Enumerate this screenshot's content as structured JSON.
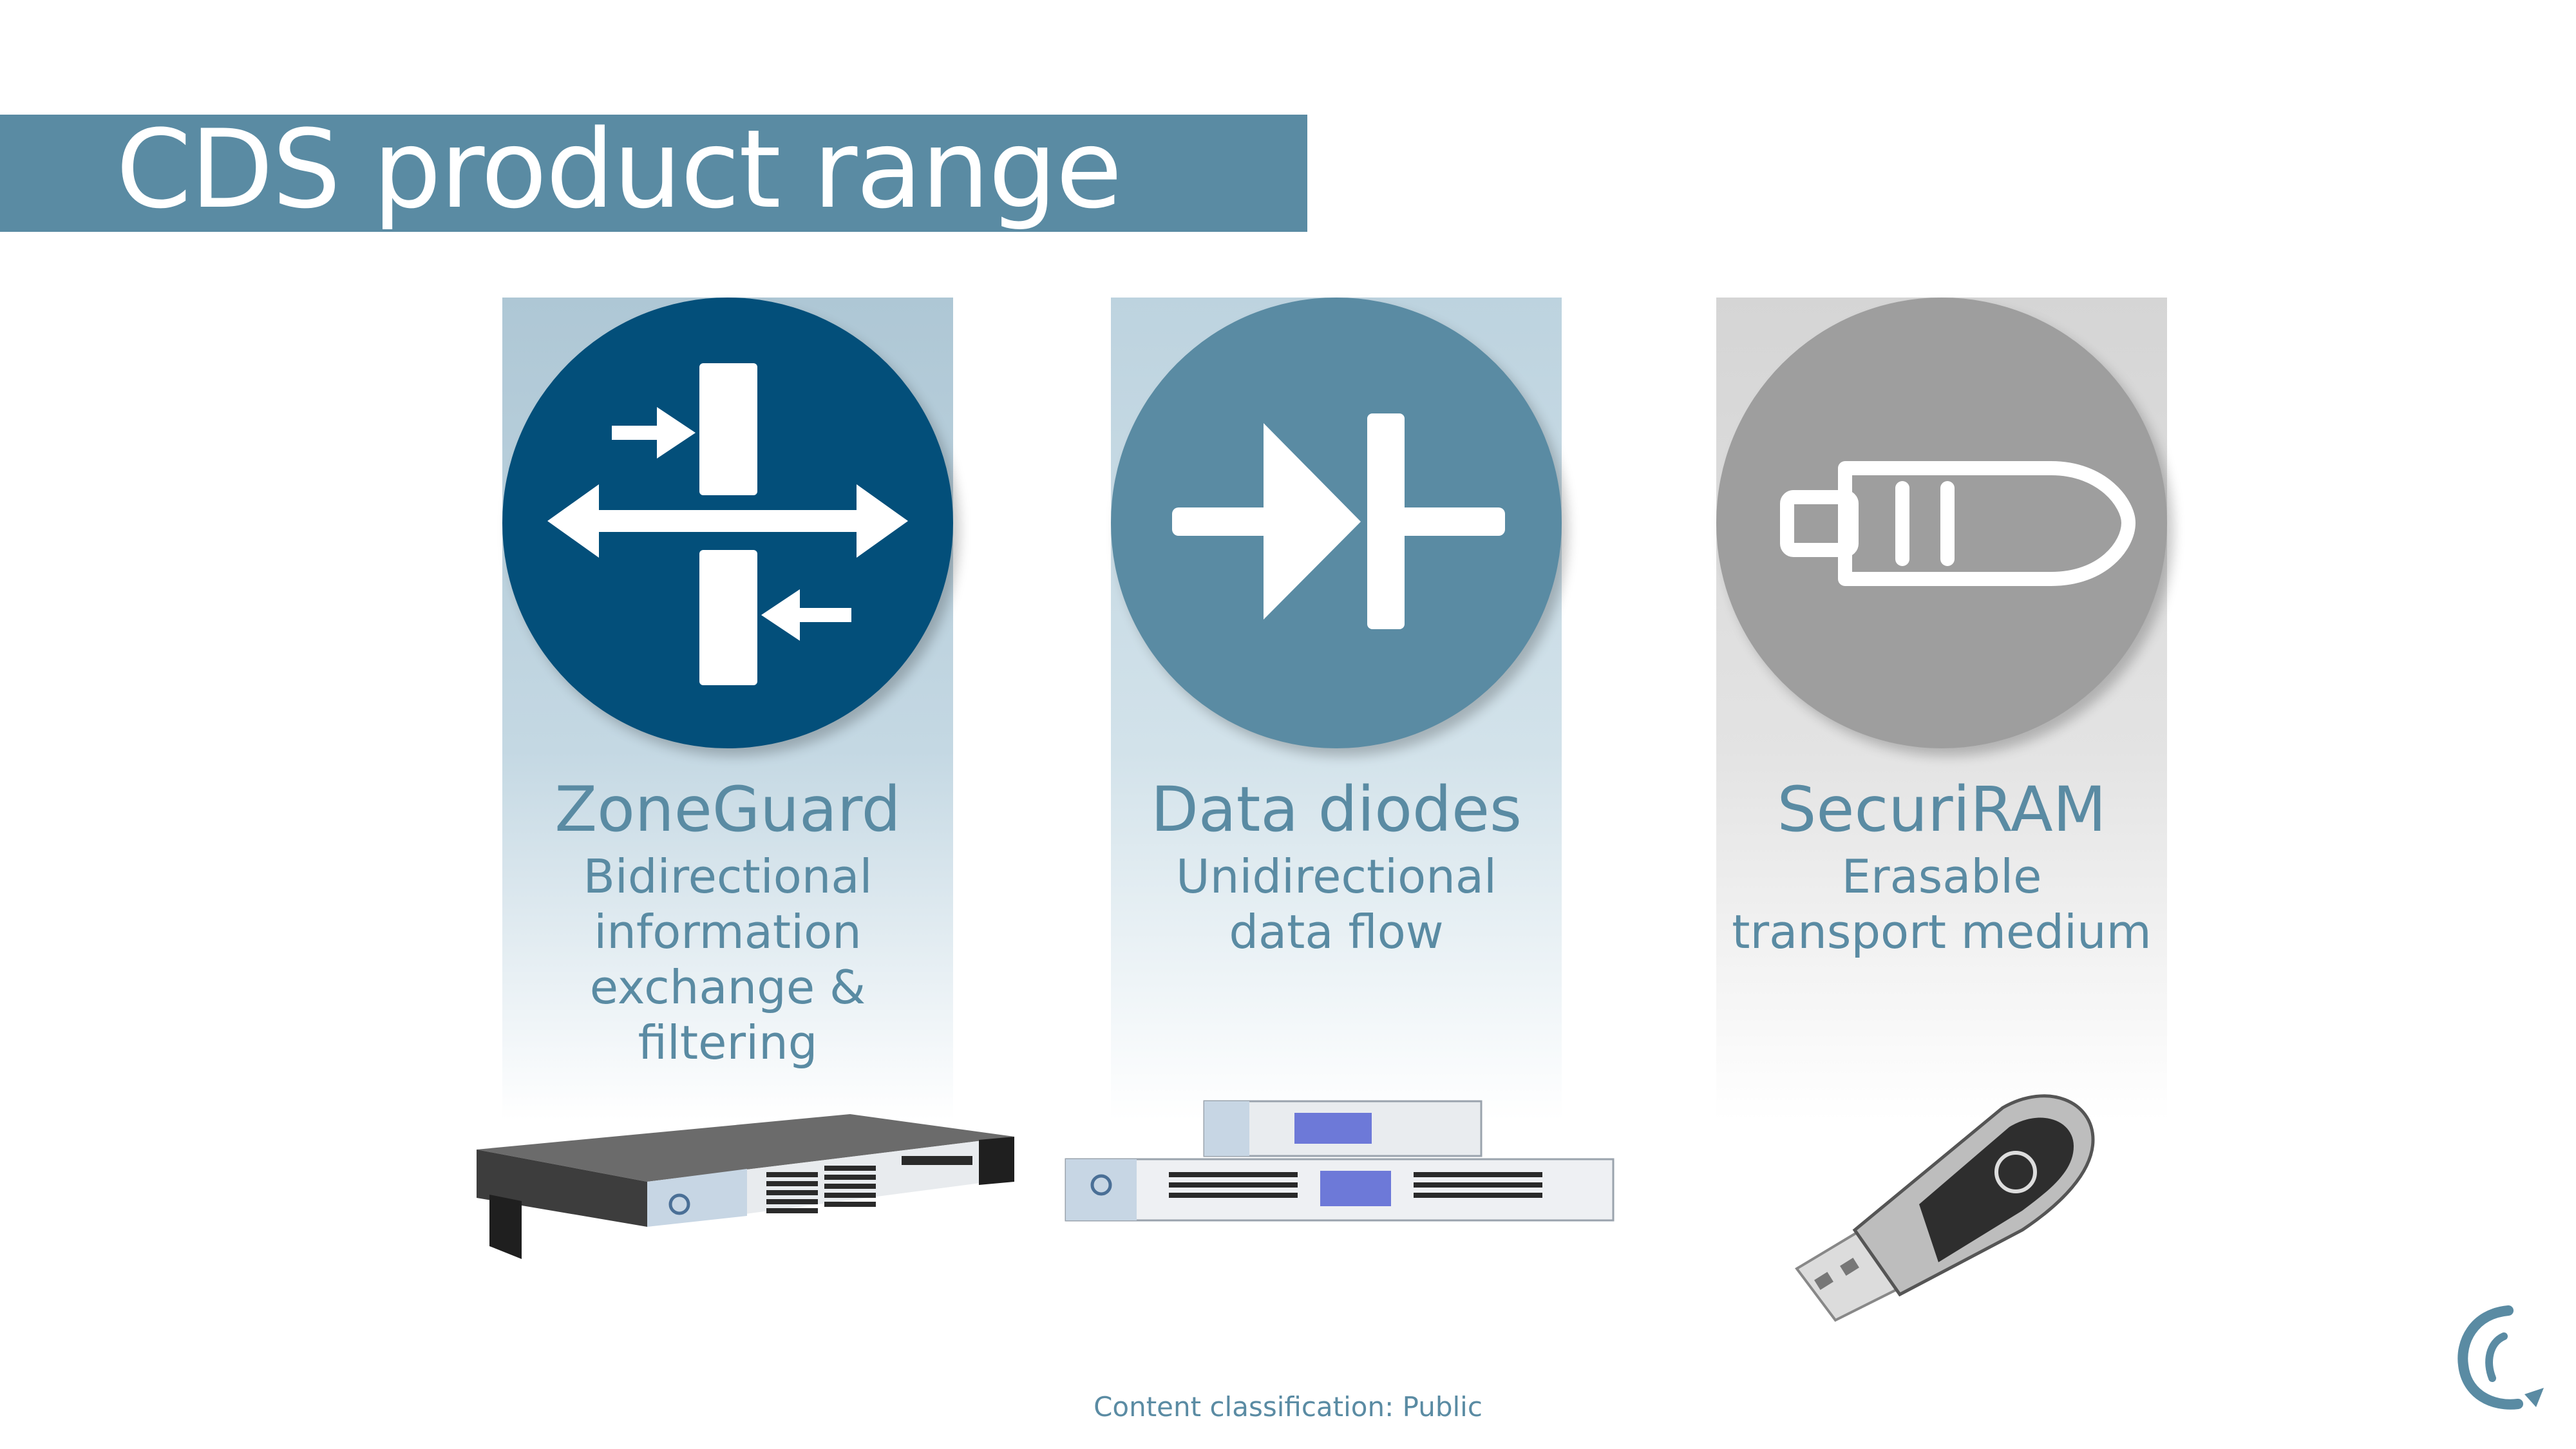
{
  "slide": {
    "title": "CDS product range",
    "footer": "Content classification: Public"
  },
  "colors": {
    "title_bar": "#5a8ba3",
    "zoneguard_circle": "#034f7a",
    "datadiode_circle": "#5a8ba3",
    "securiram_circle": "#9e9e9e",
    "text_accent": "#5a8ba3"
  },
  "products": [
    {
      "name": "ZoneGuard",
      "description_lines": [
        "Bidirectional",
        "information",
        "exchange &",
        "filtering"
      ],
      "icon": "bidirectional-arrows-icon"
    },
    {
      "name": "Data diodes",
      "description_lines": [
        "Unidirectional",
        "data flow"
      ],
      "icon": "diode-icon"
    },
    {
      "name": "SecuriRAM",
      "description_lines": [
        "Erasable",
        "transport medium"
      ],
      "icon": "usb-stick-icon"
    }
  ]
}
